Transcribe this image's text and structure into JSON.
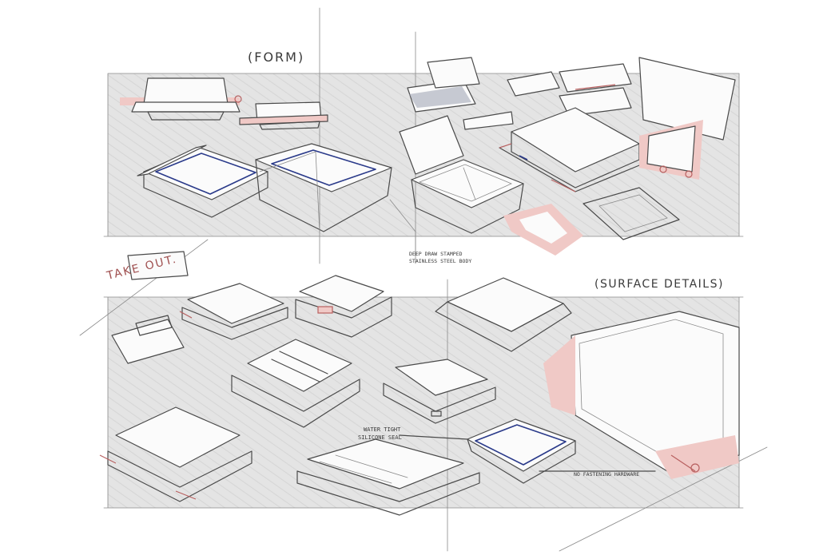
{
  "labels": {
    "form": "(FORM)",
    "surface_details": "(SURFACE DETAILS)",
    "take_out": "TAKE OUT.",
    "note_steel_line1": "DEEP DRAW STAMPED",
    "note_steel_line2": "STAINLESS STEEL BODY",
    "note_seal_line1": "WATER TIGHT",
    "note_seal_line2": "SILICONE SEAL",
    "note_hardware": "NO FASTENING HARDWARE"
  },
  "colors": {
    "paper": "#ffffff",
    "band_grey": "#e4e4e4",
    "ink": "#4a4a4a",
    "accent_pink": "#f0c9c6",
    "seal_blue": "#2a3a8a"
  }
}
